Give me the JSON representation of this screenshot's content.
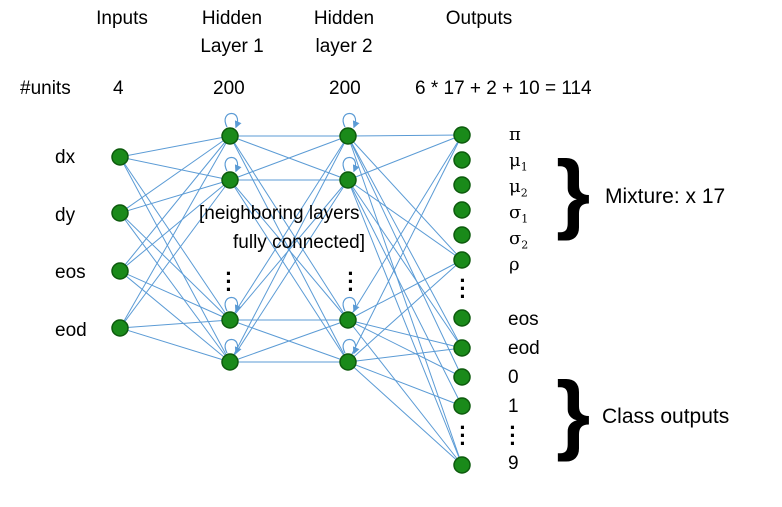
{
  "headers": {
    "inputs": "Inputs",
    "hidden1_line1": "Hidden",
    "hidden1_line2": "Layer 1",
    "hidden2_line1": "Hidden",
    "hidden2_line2": "layer 2",
    "outputs": "Outputs"
  },
  "units": {
    "label": "#units",
    "inputs": "4",
    "hidden1": "200",
    "hidden2": "200",
    "outputs": "6 * 17 + 2 + 10 = 114"
  },
  "input_labels": [
    "dx",
    "dy",
    "eos",
    "eod"
  ],
  "output_labels": {
    "pi": "π",
    "mu": "μ",
    "sigma": "σ",
    "rho": "ρ",
    "sub1": "1",
    "sub2": "2",
    "eos": "eos",
    "eod": "eod",
    "c0": "0",
    "c1": "1",
    "c9": "9"
  },
  "annotation_line1": "[neighboring layers",
  "annotation_line2": "fully connected]",
  "mixture_label": "Mixture: x 17",
  "class_label": "Class outputs",
  "ellipsis": "⋮",
  "colors": {
    "node_fill": "#1a8a1a",
    "node_stroke": "#0d5a0d",
    "edge": "#5b9bd5",
    "loop": "#5b9bd5"
  }
}
